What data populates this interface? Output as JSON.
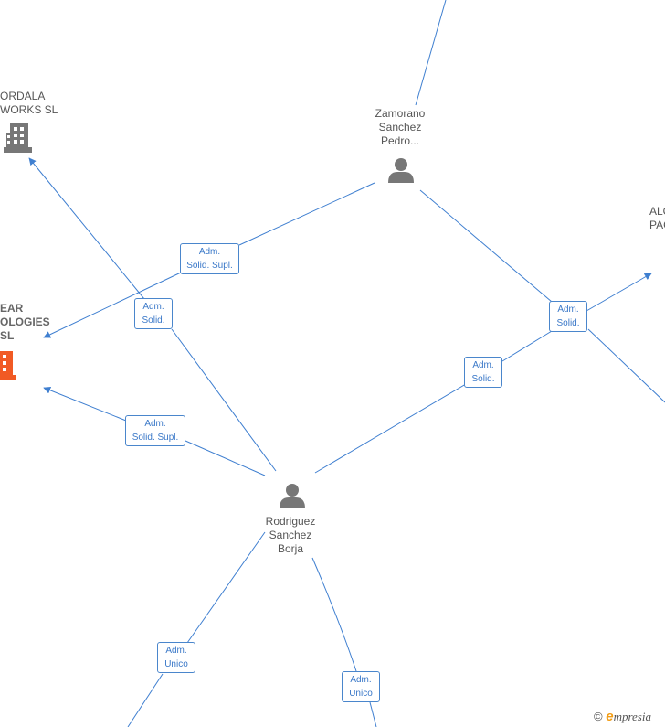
{
  "colors": {
    "edge": "#3f7fd0",
    "person": "#777777",
    "company": "#777777",
    "company_highlight": "#f15a24"
  },
  "nodes": {
    "ordala": {
      "label_line1": "ORDALA",
      "label_line2": "WORKS  SL"
    },
    "ear": {
      "label_line1": "EAR",
      "label_line2": "OLOGIES",
      "label_line3": "SL"
    },
    "alo": {
      "label_line1": "ALO",
      "label_line2": "PAC"
    },
    "zamorano": {
      "label_line1": "Zamorano",
      "label_line2": "Sanchez",
      "label_line3": "Pedro..."
    },
    "rodriguez": {
      "label_line1": "Rodriguez",
      "label_line2": "Sanchez",
      "label_line3": "Borja"
    }
  },
  "edge_labels": {
    "zam_ear": {
      "line1": "Adm.",
      "line2": "Solid. Supl."
    },
    "rod_ordala": {
      "line1": "Adm.",
      "line2": "Solid."
    },
    "zam_alo": {
      "line1": "Adm.",
      "line2": "Solid."
    },
    "rod_alo": {
      "line1": "Adm.",
      "line2": "Solid."
    },
    "rod_ear": {
      "line1": "Adm.",
      "line2": "Solid. Supl."
    },
    "rod_bottom_left": {
      "line1": "Adm.",
      "line2": "Unico"
    },
    "rod_bottom_right": {
      "line1": "Adm.",
      "line2": "Unico"
    }
  },
  "footer": {
    "copyright_symbol": "©",
    "brand_first": "e",
    "brand_rest": "mpresia"
  }
}
